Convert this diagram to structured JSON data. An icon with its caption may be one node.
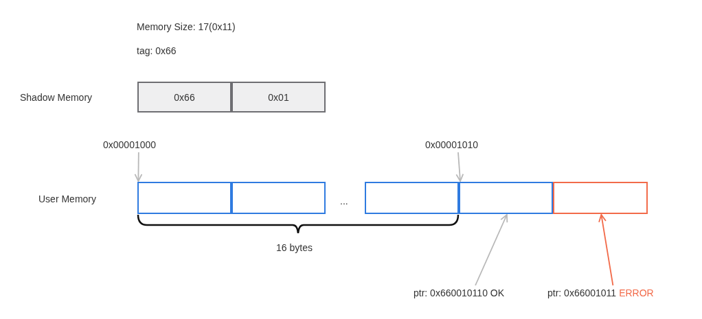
{
  "diagram": {
    "nodes": [
      {
        "text": [
          "0x66"
        ]
      },
      {
        "text": [
          "0x01"
        ]
      },
      {
        "text": [],
        "shape": "box"
      },
      {
        "text": [],
        "shape": "box"
      },
      {
        "text": [],
        "shape": "box"
      },
      {
        "text": [],
        "shape": "box"
      },
      {
        "text": [],
        "shape": "box"
      },
      {
        "text": [
          "0x00001000"
        ]
      },
      {
        "text": [
          "0x00001010"
        ]
      },
      {
        "text": [
          "ptr: 0x660010110 OK"
        ]
      },
      {
        "text": [
          "ptr: 0x66001011",
          "ERROR"
        ]
      }
    ],
    "edges": [
      {
        "from": 7,
        "to": 2,
        "arrow": "to"
      },
      {
        "from": 8,
        "to": 5,
        "arrow": "to"
      },
      {
        "from": 9,
        "to": 5,
        "arrow": "to"
      },
      {
        "from": 10,
        "to": 6,
        "arrow": "to",
        "color": "#f26b4a"
      }
    ],
    "labels": [
      "Memory Size: 17(0x11)",
      "tag: 0x66",
      "Shadow Memory",
      "User Memory",
      "...",
      "16 bytes"
    ]
  }
}
